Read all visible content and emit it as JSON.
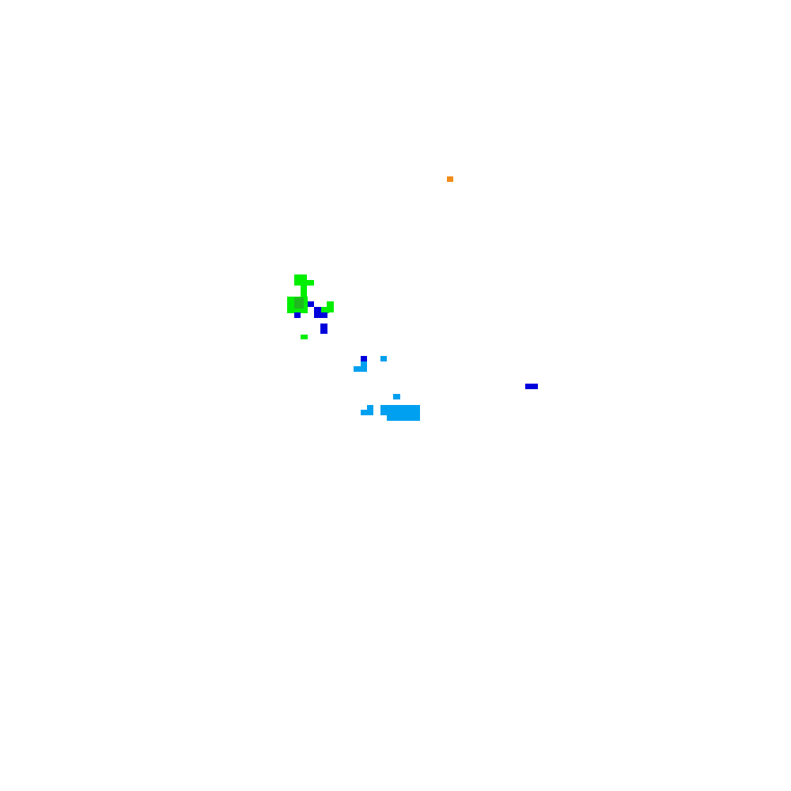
{
  "palette": {
    "background": "#ffffff",
    "orange": "#f28c1a",
    "bright_green": "#00ee00",
    "dark_green": "#1fb81f",
    "blue": "#0000dd",
    "light_blue": "#00a0f0"
  },
  "patches": [
    {
      "group": "orange-patch",
      "color": "orange"
    },
    {
      "group": "green-patch",
      "color": "bright_green"
    },
    {
      "group": "green-patch",
      "color": "dark_green"
    },
    {
      "group": "blue-patch",
      "color": "blue"
    },
    {
      "group": "light-blue-patch",
      "color": "light_blue"
    }
  ]
}
